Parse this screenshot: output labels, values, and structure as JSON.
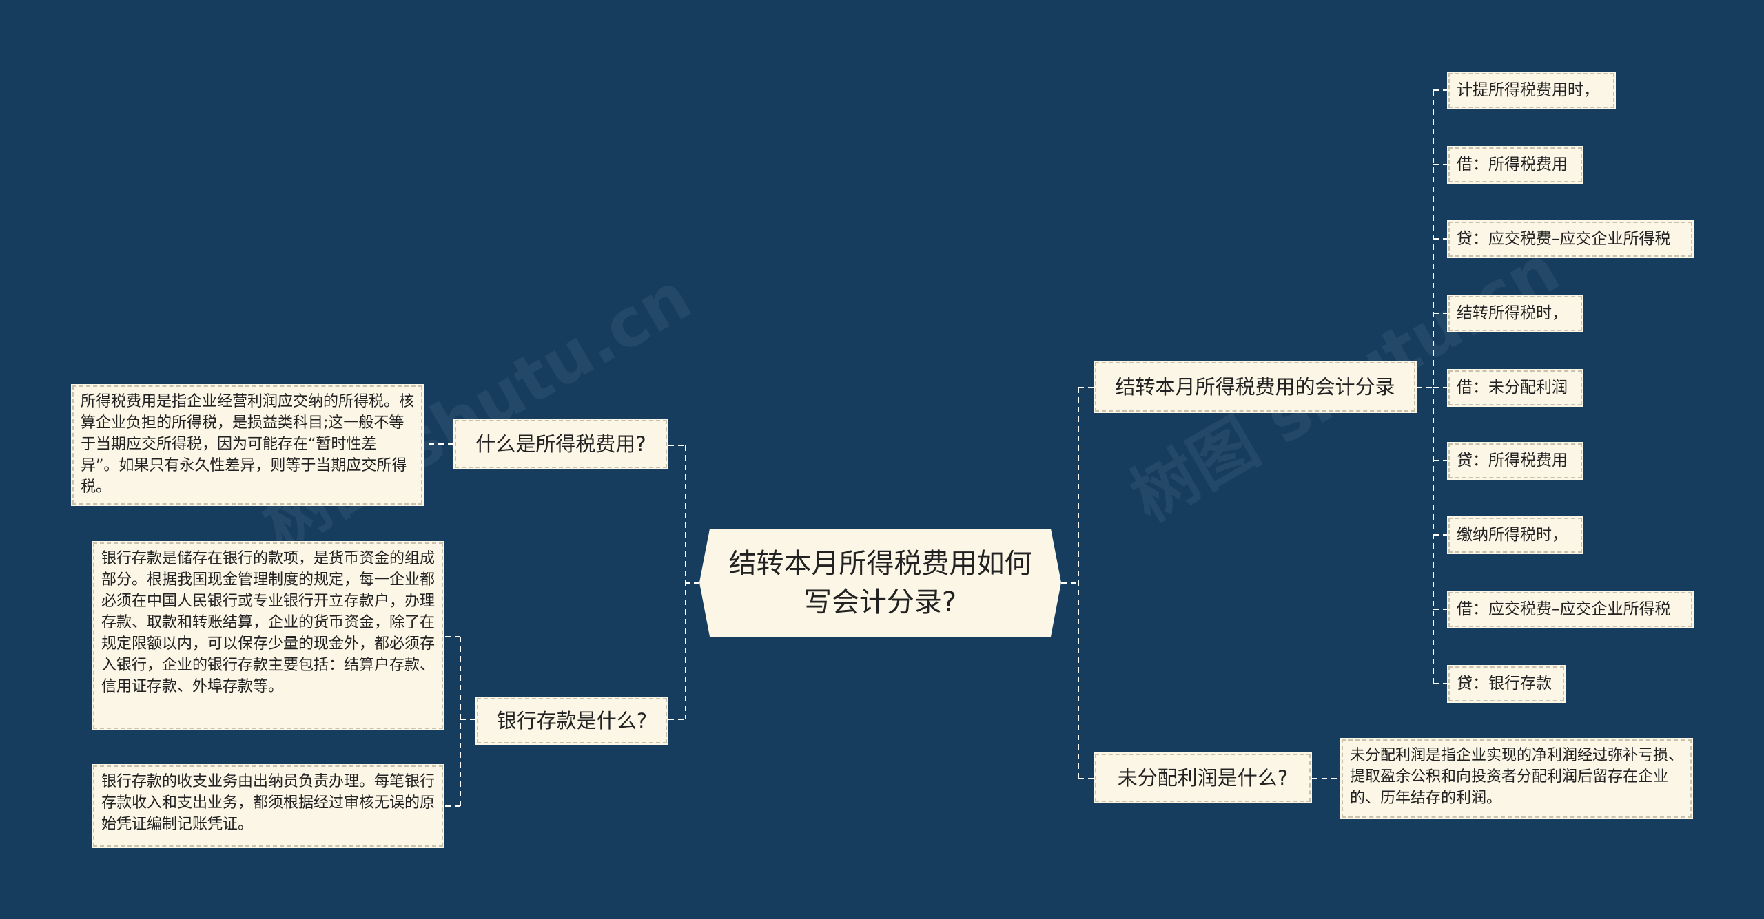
{
  "central": {
    "text": "结转本月所得税费用如何写会计分录?"
  },
  "left": [
    {
      "label": "什么是所得税费用?",
      "notes": [
        "所得税费用是指企业经营利润应交纳的所得税。核算企业负担的所得税，是损益类科目;这一般不等于当期应交所得税，因为可能存在“暂时性差异”。如果只有永久性差异，则等于当期应交所得税。"
      ]
    },
    {
      "label": "银行存款是什么?",
      "notes": [
        "银行存款是储存在银行的款项，是货币资金的组成部分。根据我国现金管理制度的规定，每一企业都必须在中国人民银行或专业银行开立存款户，办理存款、取款和转账结算，企业的货币资金，除了在规定限额以内，可以保存少量的现金外，都必须存入银行，企业的银行存款主要包括：结算户存款、信用证存款、外埠存款等。",
        "银行存款的收支业务由出纳员负责办理。每笔银行存款收入和支出业务，都须根据经过审核无误的原始凭证编制记账凭证。"
      ]
    }
  ],
  "right": [
    {
      "label": "结转本月所得税费用的会计分录",
      "items": [
        "计提所得税费用时，",
        "借：所得税费用",
        "贷：应交税费–应交企业所得税",
        "结转所得税时，",
        "借：未分配利润",
        "贷：所得税费用",
        "缴纳所得税时，",
        "借：应交税费–应交企业所得税",
        "贷：银行存款"
      ]
    },
    {
      "label": "未分配利润是什么?",
      "notes": [
        "未分配利润是指企业实现的净利润经过弥补亏损、提取盈余公积和向投资者分配利润后留存在企业的、历年结存的利润。"
      ]
    }
  ],
  "watermarks": [
    "树图 shutu.cn",
    "树图 shutu.cn"
  ],
  "colors": {
    "background": "#173d5e",
    "node_fill": "#fbf6e6",
    "connector": "#ffffff"
  }
}
